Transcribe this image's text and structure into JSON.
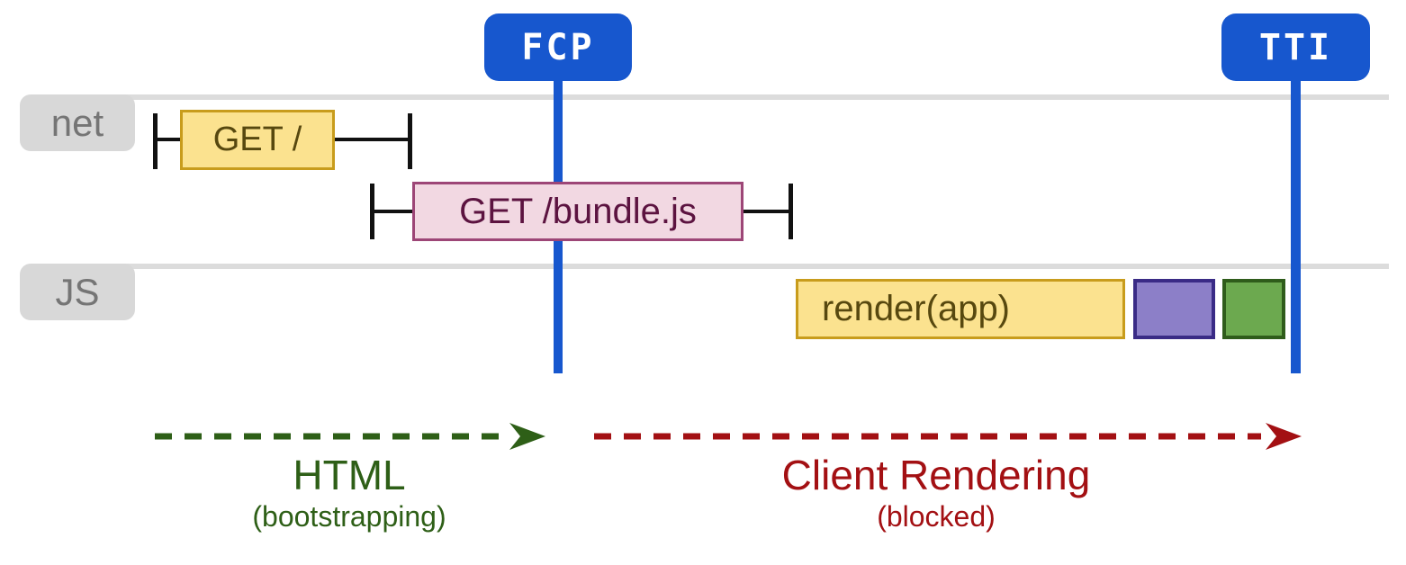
{
  "markers": {
    "fcp_label": "FCP",
    "tti_label": "TTI"
  },
  "lanes": {
    "net_label": "net",
    "js_label": "JS"
  },
  "net_lane": {
    "get_root_label": "GET /",
    "get_bundle_label": "GET /bundle.js"
  },
  "js_lane": {
    "render_label": "render(app)"
  },
  "phases": {
    "html": {
      "title": "HTML",
      "subtitle": "(bootstrapping)"
    },
    "client": {
      "title": "Client Rendering",
      "subtitle": "(blocked)"
    }
  },
  "colors": {
    "marker_blue": "#1757CE",
    "lane_gray": "#DCDCDC",
    "label_gray_bg": "#D8D8D8",
    "label_gray_text": "#757575",
    "task_yellow_fill": "#FBE28F",
    "task_yellow_border": "#C89C1C",
    "task_yellow_text": "#57480F",
    "task_pink_fill": "#F2D8E2",
    "task_pink_border": "#9D4677",
    "task_pink_text": "#5C1340",
    "block_purple_fill": "#8C7FC8",
    "block_purple_border": "#3A2B86",
    "block_green_fill": "#6CA94F",
    "block_green_border": "#2F5C1B",
    "phase_green": "#2E5F17",
    "phase_red": "#A31013",
    "whisker_black": "#111111"
  }
}
